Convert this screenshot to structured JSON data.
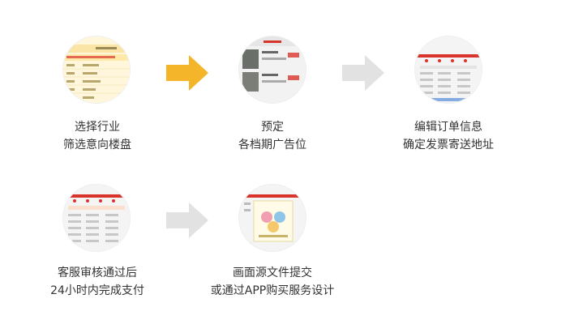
{
  "steps": [
    {
      "line1": "选择行业",
      "line2": "筛选意向楼盘"
    },
    {
      "line1": "预定",
      "line2": "各档期广告位"
    },
    {
      "line1": "编辑订单信息",
      "line2": "确定发票寄送地址"
    },
    {
      "line1": "客服审核通过后",
      "line2": "24小时内完成支付"
    },
    {
      "line1": "画面源文件提交",
      "line2": "或通过APP购买服务设计"
    }
  ],
  "colors": {
    "accent_arrow": "#f5b52a",
    "grey_arrow": "#e2e2e2",
    "red": "#d9342b",
    "text": "#333333"
  }
}
